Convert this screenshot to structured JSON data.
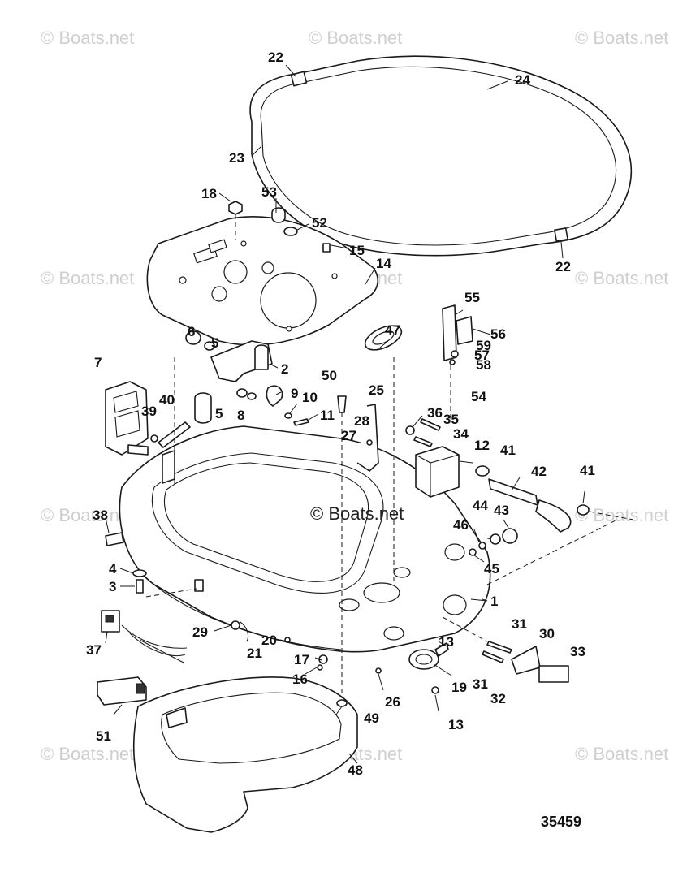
{
  "watermark": {
    "text": "© Boats.net",
    "center_text": "© Boats.net"
  },
  "diagram_number": "35459",
  "callouts": {
    "c1": "1",
    "c2": "2",
    "c3": "3",
    "c4": "4",
    "c5a": "5",
    "c5b": "5",
    "c6": "6",
    "c7": "7",
    "c8": "8",
    "c9": "9",
    "c10": "10",
    "c11": "11",
    "c12": "12",
    "c13a": "13",
    "c13b": "13",
    "c14": "14",
    "c15": "15",
    "c16": "16",
    "c17": "17",
    "c18": "18",
    "c19": "19",
    "c20": "20",
    "c21": "21",
    "c22a": "22",
    "c22b": "22",
    "c23": "23",
    "c24": "24",
    "c25": "25",
    "c26": "26",
    "c27": "27",
    "c28": "28",
    "c29": "29",
    "c30": "30",
    "c31a": "31",
    "c31b": "31",
    "c32": "32",
    "c33": "33",
    "c34": "34",
    "c35": "35",
    "c36": "36",
    "c37": "37",
    "c38": "38",
    "c39": "39",
    "c40": "40",
    "c41a": "41",
    "c41b": "41",
    "c42": "42",
    "c43": "43",
    "c44": "44",
    "c45": "45",
    "c46": "46",
    "c47": "47",
    "c48": "48",
    "c49": "49",
    "c50": "50",
    "c51": "51",
    "c52": "52",
    "c53": "53",
    "c54": "54",
    "c55": "55",
    "c56": "56",
    "c57": "57",
    "c58": "58",
    "c59": "59"
  }
}
